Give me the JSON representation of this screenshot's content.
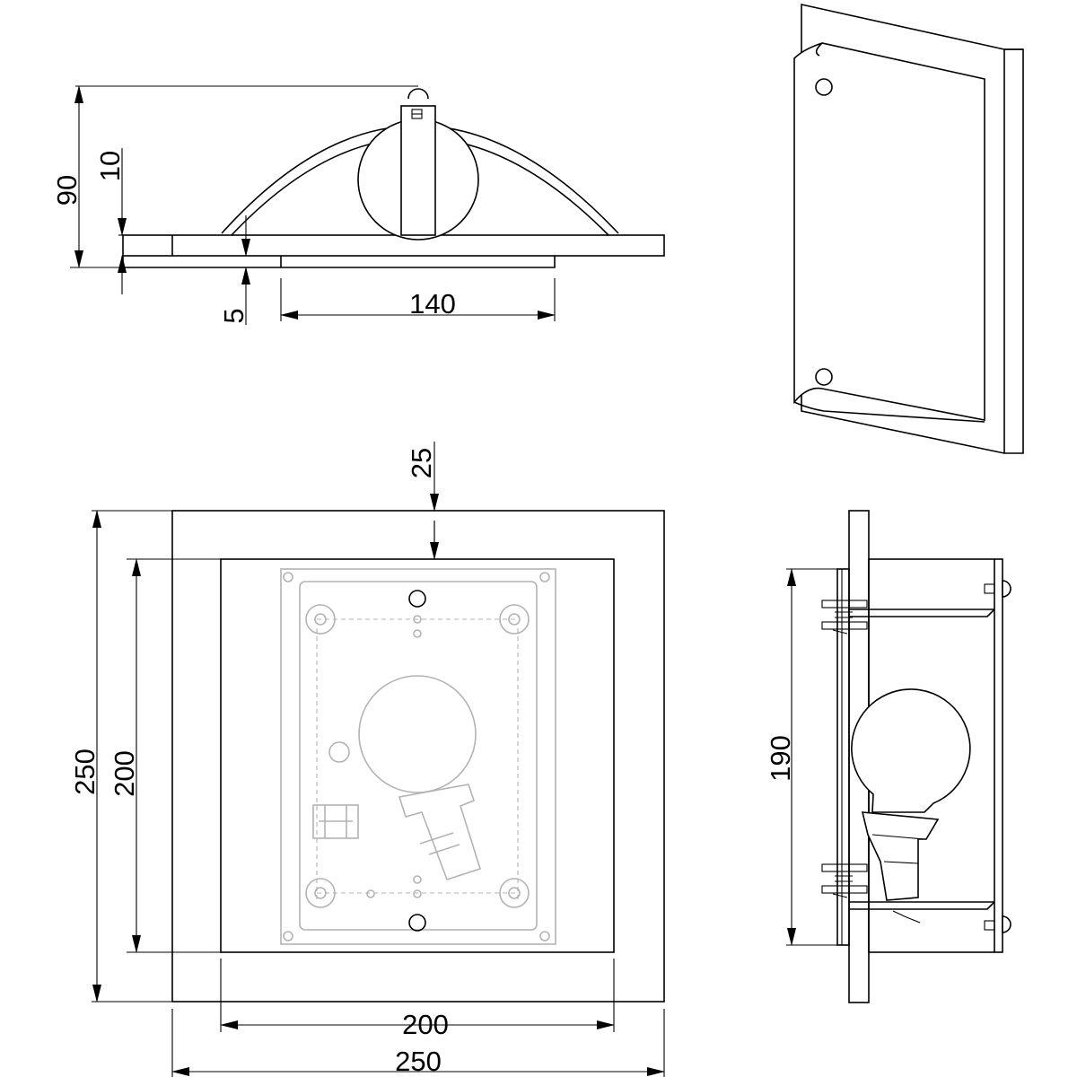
{
  "dimensions": {
    "side_total_height": "90",
    "side_plate_thickness": "10",
    "side_offset": "5",
    "side_width": "140",
    "front_top_margin": "25",
    "front_outer_height": "250",
    "front_inner_height": "200",
    "front_inner_width": "200",
    "front_outer_width": "250",
    "profile_height": "190"
  },
  "colors": {
    "line": "#000000",
    "hidden_detail": "#b3b3b3",
    "background": "#ffffff"
  }
}
